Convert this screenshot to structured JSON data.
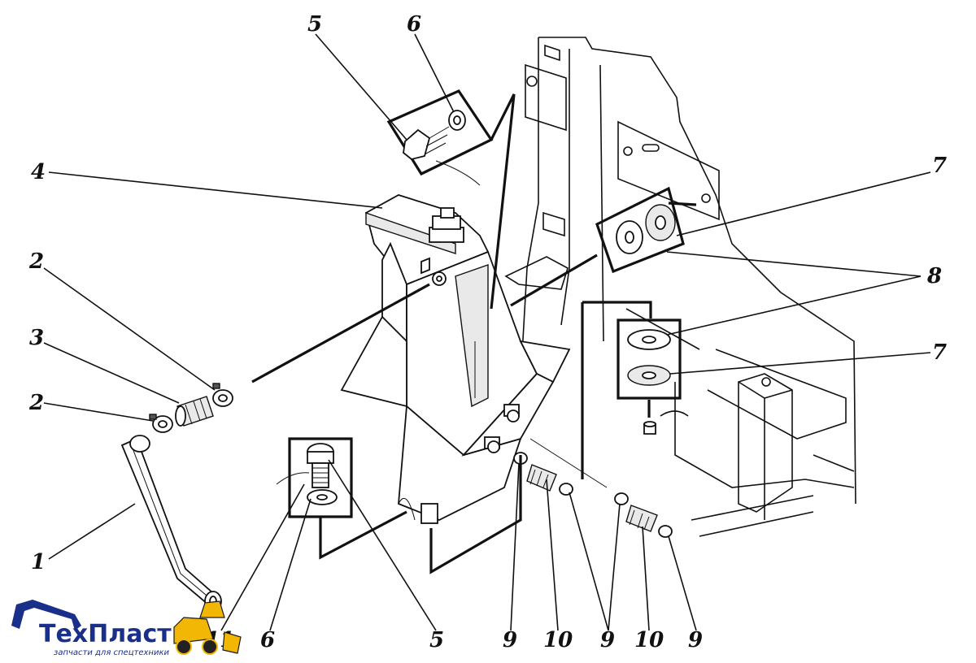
{
  "callouts": {
    "c1": "1",
    "c2a": "2",
    "c2b": "2",
    "c3": "3",
    "c4": "4",
    "c5top": "5",
    "c6top": "6",
    "c7top": "7",
    "c8": "8",
    "c7mid": "7",
    "c11": "11",
    "c6bot": "6",
    "c5bot": "5",
    "c9a": "9",
    "c10a": "10",
    "c9b": "9",
    "c10b": "10",
    "c9c": "9"
  },
  "logo": {
    "brand_part1": "Тех",
    "brand_part2": "Пласт",
    "tagline": "запчасти для спецтехники",
    "color_primary": "#1a2f8a",
    "color_accent": "#f2b705"
  }
}
